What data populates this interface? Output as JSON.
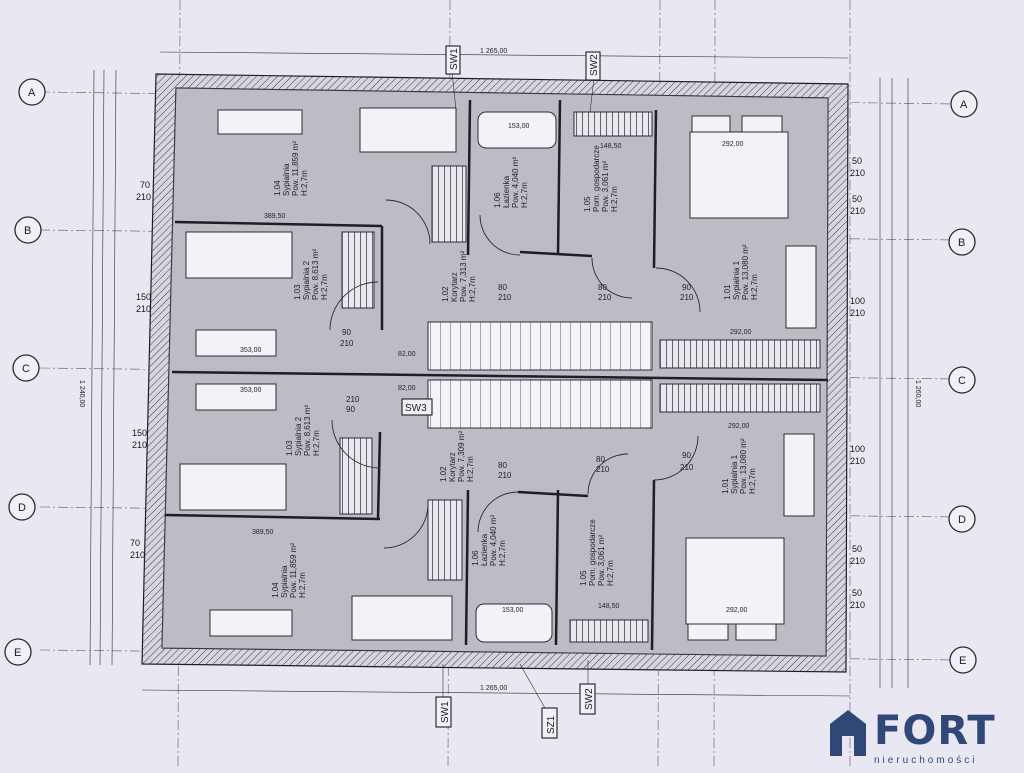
{
  "colors": {
    "background": "#e9e8f2",
    "room_fill": "#bdbcc5",
    "wall": "#1e1f26",
    "logo": "#2f4878"
  },
  "axis_labels": [
    "A",
    "B",
    "C",
    "D",
    "E"
  ],
  "tags": {
    "sw1": "SW1",
    "sw2": "SW2",
    "sw3": "SW3",
    "sz1": "SZ1"
  },
  "overall_dimension": "1 265,00",
  "window_marks": [
    "70",
    "210",
    "150",
    "210",
    "150",
    "210",
    "70",
    "210",
    "50",
    "210",
    "50",
    "210",
    "100",
    "210",
    "100",
    "210",
    "50",
    "210",
    "50",
    "210"
  ],
  "rooms": [
    {
      "no": "1.03",
      "name": "Sypialnia 2",
      "area": "Pow. 8,613 m²",
      "height": "H:2,7m"
    },
    {
      "no": "1.02",
      "name": "Korytarz",
      "area": "Pow. 7,313 m²",
      "height": "H:2,7m"
    },
    {
      "no": "1.05",
      "name": "Pom. gospodarcze",
      "area": "Pow. 3,061 m²",
      "height": "H:2,7m"
    },
    {
      "no": "1.06",
      "name": "Łazienka",
      "area": "Pow. 4,040 m²",
      "height": "H:2,7m"
    },
    {
      "no": "1.01",
      "name": "Sypialnia 1",
      "area": "Pow. 13,080 m²",
      "height": "H:2,7m"
    },
    {
      "no": "1.04",
      "name": "Sypialnia",
      "area": "Pow. 11,859 m²",
      "height": "H:2,7m"
    },
    {
      "no": "1.03",
      "name": "Sypialnia 2",
      "area": "Pow. 8,613 m²",
      "height": "H:2,7m"
    },
    {
      "no": "1.02",
      "name": "Korytarz",
      "area": "Pow. 7,309 m²",
      "height": "H:2,7m"
    },
    {
      "no": "1.05",
      "name": "Pom. gospodarcze",
      "area": "Pow. 3,061 m²",
      "height": "H:2,7m"
    },
    {
      "no": "1.06",
      "name": "Łazienka",
      "area": "Pow. 4,040 m²",
      "height": "H:2,7m"
    },
    {
      "no": "1.01",
      "name": "Sypialnia 1",
      "area": "Pow. 13,080 m²",
      "height": "H:2,7m"
    },
    {
      "no": "1.04",
      "name": "Sypialnia",
      "area": "Pow. 11,859 m²",
      "height": "H:2,7m"
    }
  ],
  "door_labels": [
    "90",
    "210",
    "90",
    "210",
    "80",
    "210",
    "90",
    "210",
    "80",
    "210",
    "90",
    "210",
    "80",
    "210",
    "80",
    "210"
  ],
  "dimensions": {
    "left_total": "1 240,00",
    "right_total": "1 260,00",
    "room_widths": [
      "389,50",
      "353,00",
      "353,00",
      "389,50",
      "292,00",
      "292,00",
      "292,00",
      "292,00",
      "148,50",
      "148,50",
      "153,00",
      "153,00",
      "82,00",
      "82,00"
    ]
  },
  "logo": {
    "text": "FORT",
    "subtext": "nieruchomości"
  }
}
